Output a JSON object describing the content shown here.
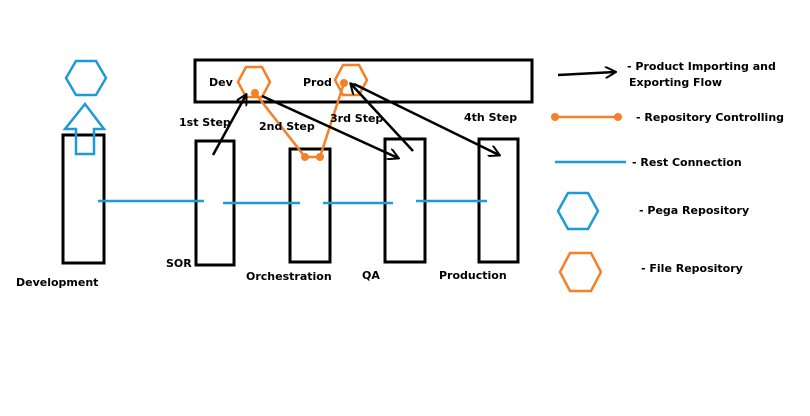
{
  "colors": {
    "outline": "#000000",
    "pega_blue": "#1e9bd7",
    "file_orange": "#f58025",
    "background": "#ffffff"
  },
  "environments": {
    "dev": "Dev",
    "prod": "Prod"
  },
  "columns": {
    "development": "Development",
    "sor": "SOR",
    "orchestration": "Orchestration",
    "qa": "QA",
    "production": "Production"
  },
  "steps": {
    "step1": "1st Step",
    "step2": "2nd Step",
    "step3": "3rd Step",
    "step4": "4th Step"
  },
  "legend": {
    "flow_line1": "- Product Importing and",
    "flow_line2": "Exporting Flow",
    "repo_control": "- Repository Controlling",
    "rest": "- Rest Connection",
    "pega_repo": "- Pega Repository",
    "file_repo": "- File Repository"
  },
  "icons": {
    "pega_repository": "hexagon-icon",
    "file_repository": "hexagon-icon",
    "upload": "up-arrow-icon"
  }
}
